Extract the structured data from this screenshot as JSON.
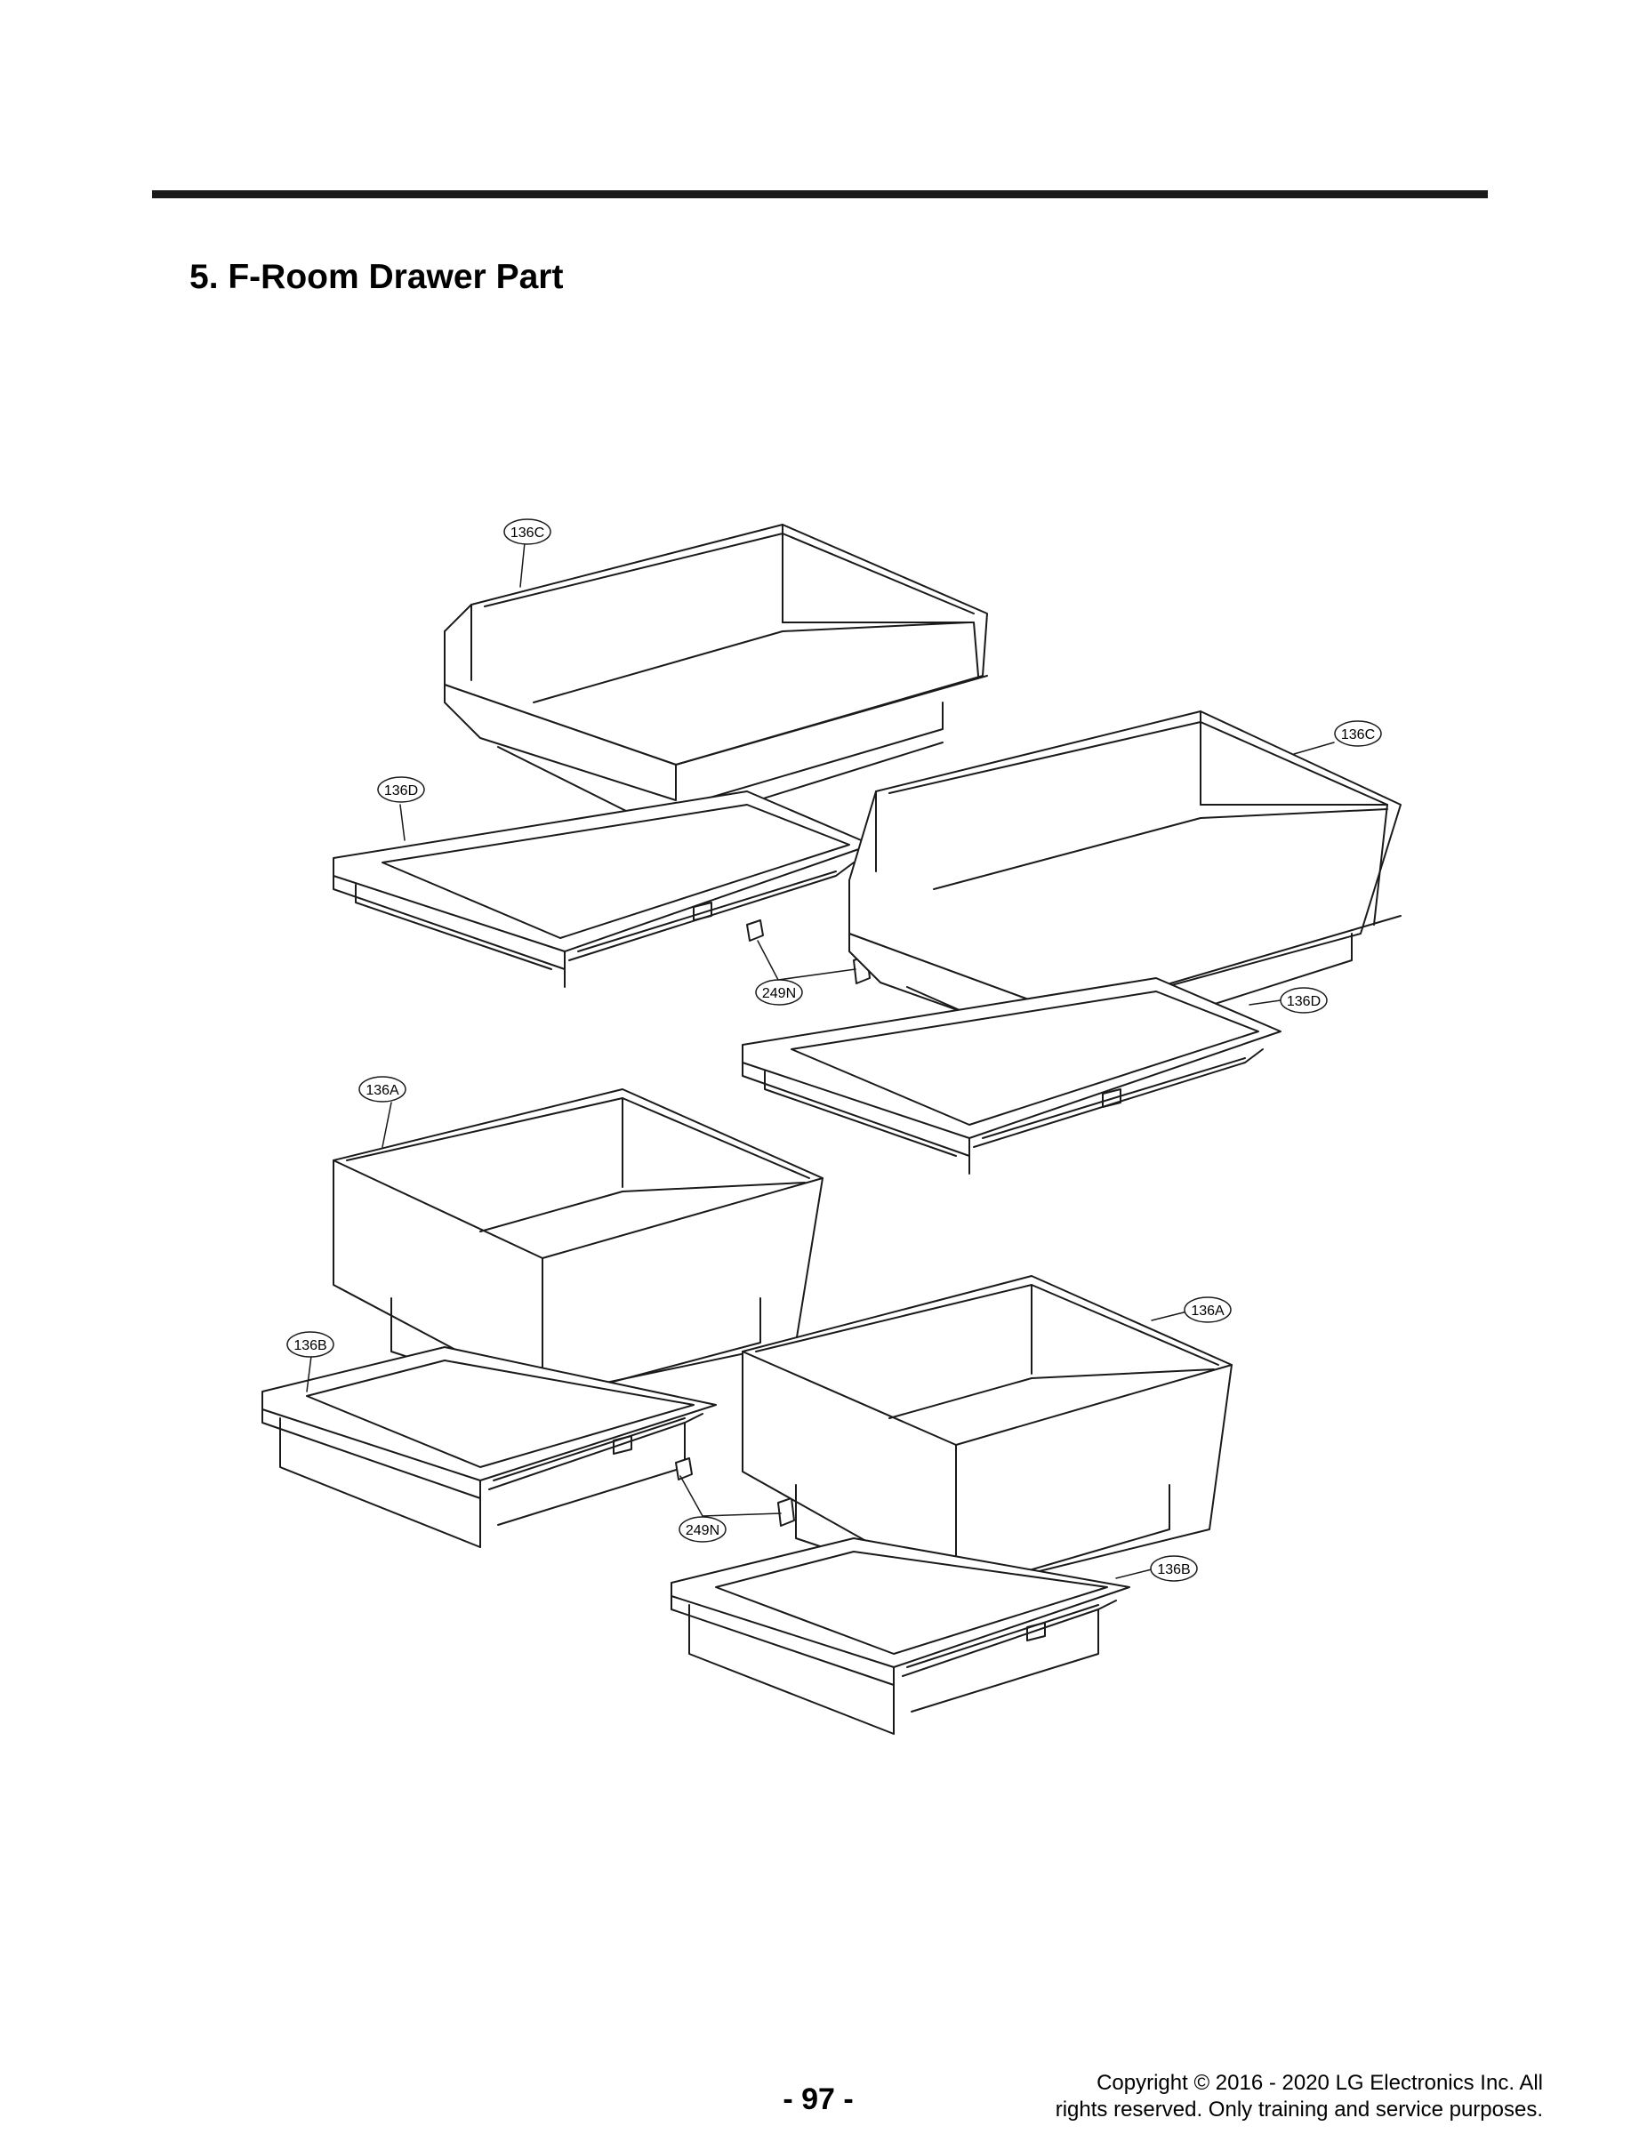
{
  "header": {
    "section_title": "5. F-Room Drawer Part"
  },
  "callouts": {
    "c1": "136C",
    "c2": "136C",
    "c3": "136D",
    "c4": "249N",
    "c5": "136D",
    "c6": "136A",
    "c7": "136A",
    "c8": "136B",
    "c9": "249N",
    "c10": "136B"
  },
  "footer": {
    "page_number": "- 97 -",
    "copyright_line1": "Copyright © 2016 - 2020 LG Electronics Inc. All",
    "copyright_line2": "rights reserved. Only training and service purposes."
  },
  "colors": {
    "line": "#1a1a1a",
    "rule": "#1a1a1a",
    "background": "#ffffff"
  }
}
